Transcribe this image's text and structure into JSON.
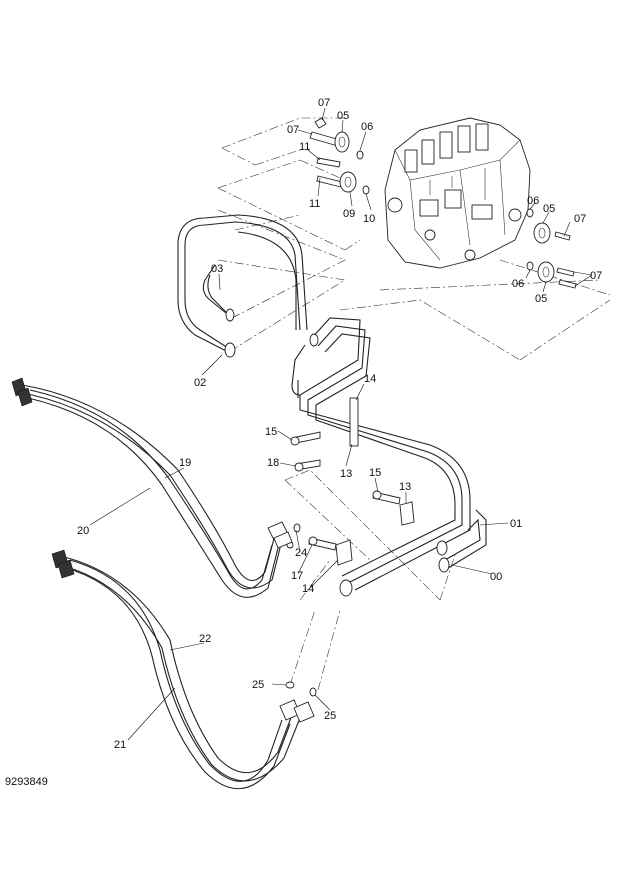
{
  "figure_id": "9293849",
  "callouts": {
    "c07a": "07",
    "c05a": "05",
    "c07b": "07",
    "c06a": "06",
    "c11a": "11",
    "c11b": "11",
    "c09": "09",
    "c10": "10",
    "c06b": "06",
    "c05b": "05",
    "c07c": "07",
    "c07d": "07",
    "c06c": "06",
    "c05c": "05",
    "c03": "03",
    "c02": "02",
    "c14a": "14",
    "c15a": "15",
    "c18": "18",
    "c13a": "13",
    "c15b": "15",
    "c13b": "13",
    "c01": "01",
    "c00": "00",
    "c24": "24",
    "c17": "17",
    "c14b": "14",
    "c19": "19",
    "c20": "20",
    "c22": "22",
    "c21": "21",
    "c25a": "25",
    "c25b": "25"
  }
}
